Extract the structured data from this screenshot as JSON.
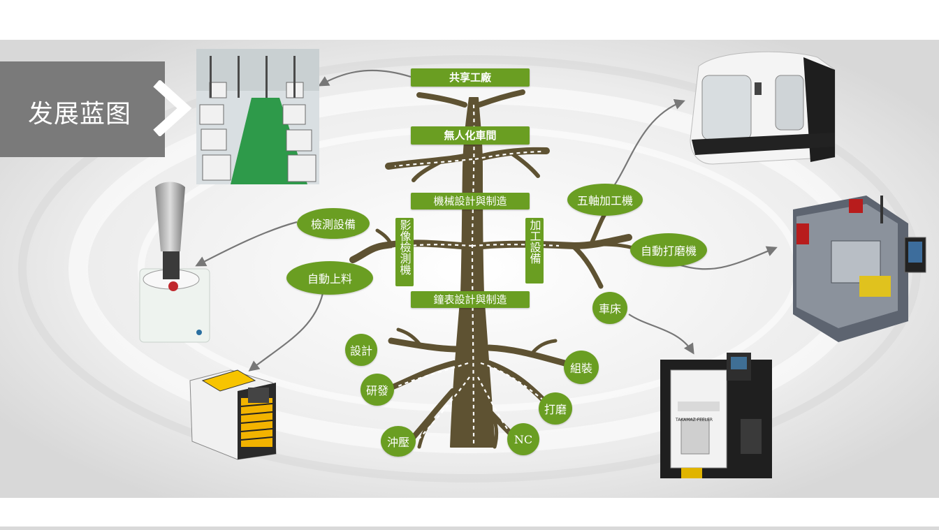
{
  "title": "发展蓝图",
  "tree": {
    "trunk_color": "#5e5232",
    "accent_color": "#6a9e22",
    "labels": {
      "shared_factory": "共享工廠",
      "unmanned_workshop": "無人化車間",
      "machinery_design": "機械設計與制造",
      "watch_design": "鐘表設計與制造",
      "image_inspection": "影像檢測機",
      "processing_equipment": "加工設備"
    },
    "branches": {
      "inspection_equipment": "檢測設備",
      "auto_loading": "自動上料",
      "five_axis": "五軸加工機",
      "auto_polishing": "自動打磨機",
      "lathe": "車床"
    },
    "roots": {
      "design": "設計",
      "rnd": "研發",
      "stamping": "沖壓",
      "nc": "NC",
      "polishing": "打磨",
      "assembly": "組裝"
    }
  },
  "images": {
    "factory_photo": "factory-floor-photo",
    "five_axis_machine": "five-axis-machine-photo",
    "polishing_machine": "polishing-cell-photo",
    "lathe_machine": "cnc-lathe-photo",
    "lathe_brand": "TAKAMAZ-FEELER",
    "inspection_device": "inspection-device-photo",
    "loading_machine": "auto-loader-photo"
  }
}
